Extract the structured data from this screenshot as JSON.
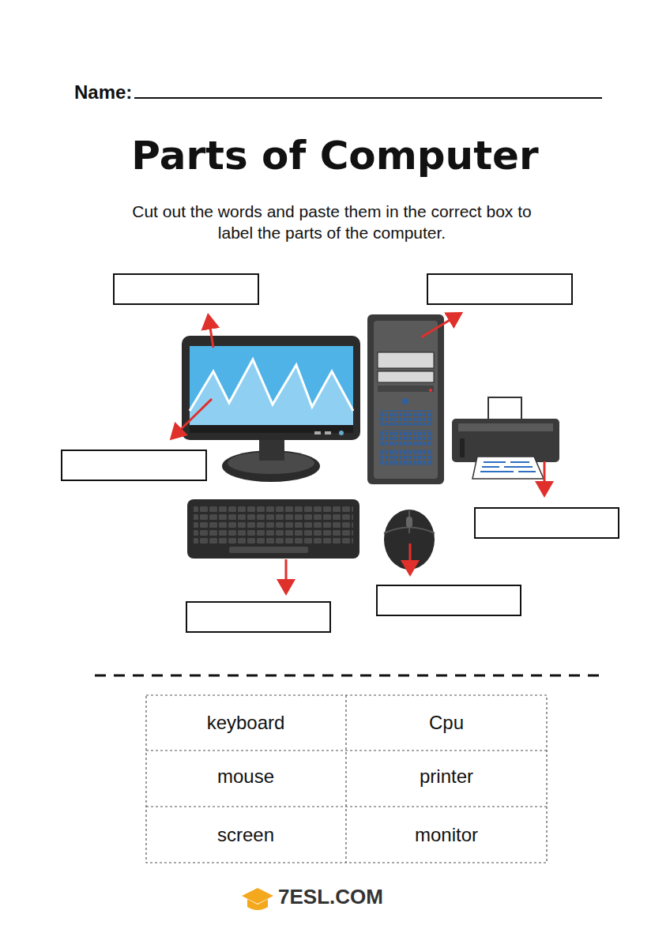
{
  "diagram": {
    "title": "Parts of Computer",
    "labels": [
      "Name:",
      "Cut out the words and paste them in the correct box to label the parts of the computer.",
      "keyboard",
      "Cpu",
      "mouse",
      "printer",
      "screen",
      "monitor",
      "7ESL.COM"
    ]
  }
}
